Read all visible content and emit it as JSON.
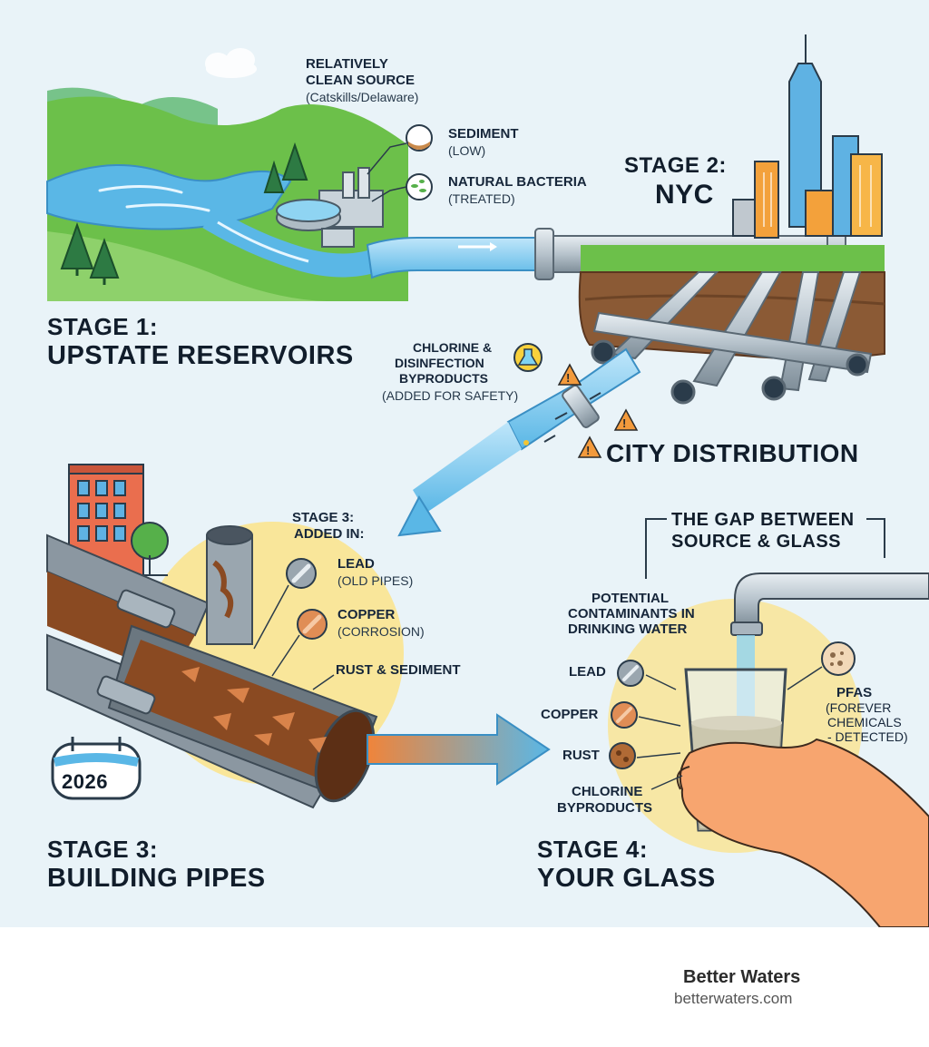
{
  "stage1": {
    "heading_line1": "STAGE 1:",
    "heading_line2": "UPSTATE RESERVOIRS",
    "source_line1": "RELATIVELY",
    "source_line2": "CLEAN SOURCE",
    "source_detail": "(Catskills/Delaware)",
    "item1_name": "SEDIMENT",
    "item1_note": "(LOW)",
    "item2_name": "NATURAL BACTERIA",
    "item2_note": "(TREATED)"
  },
  "stage2": {
    "heading_line1": "STAGE 2:",
    "heading_line2": "NYC",
    "chem_line1": "CHLORINE &",
    "chem_line2": "DISINFECTION",
    "chem_line3": "BYPRODUCTS",
    "chem_note": "(ADDED FOR SAFETY)",
    "distribution": "CITY DISTRIBUTION"
  },
  "stage3": {
    "heading_line1": "STAGE 3:",
    "heading_line2": "BUILDING PIPES",
    "added_line1": "STAGE 3:",
    "added_line2": "ADDED IN:",
    "item1_name": "LEAD",
    "item1_note": "(OLD PIPES)",
    "item2_name": "COPPER",
    "item2_note": "(CORROSION)",
    "item3_name": "RUST & SEDIMENT",
    "year_badge": "2026"
  },
  "stage4": {
    "heading_line1": "STAGE 4:",
    "heading_line2": "YOUR GLASS",
    "gap_line1": "THE GAP BETWEEN",
    "gap_line2": "SOURCE & GLASS",
    "potential_line1": "POTENTIAL",
    "potential_line2": "CONTAMINANTS IN",
    "potential_line3": "DRINKING WATER",
    "lead": "LEAD",
    "copper": "COPPER",
    "rust": "RUST",
    "chlorine_line1": "CHLORINE",
    "chlorine_line2": "BYPRODUCTS",
    "pfas_line1": "PFAS",
    "pfas_line2": "(FOREVER",
    "pfas_line3": "CHEMICALS",
    "pfas_line4": "- DETECTED)"
  },
  "footer": {
    "brand": "Better Waters",
    "site": "betterwaters.com"
  },
  "colors": {
    "background": "#e9f3f8",
    "water": "#5ab7e6",
    "pipe": "#b7c3cc",
    "rust": "#8a4a22",
    "copper": "#d9834a",
    "warning": "#f39a3c",
    "sun_glow": "#fbe38a",
    "grass": "#6cc04a"
  },
  "icons": [
    "sediment-icon",
    "bacteria-icon",
    "flask-icon",
    "warning-icon",
    "lead-pipe-icon",
    "copper-pipe-icon",
    "rust-icon",
    "pfas-icon",
    "calendar-icon"
  ]
}
